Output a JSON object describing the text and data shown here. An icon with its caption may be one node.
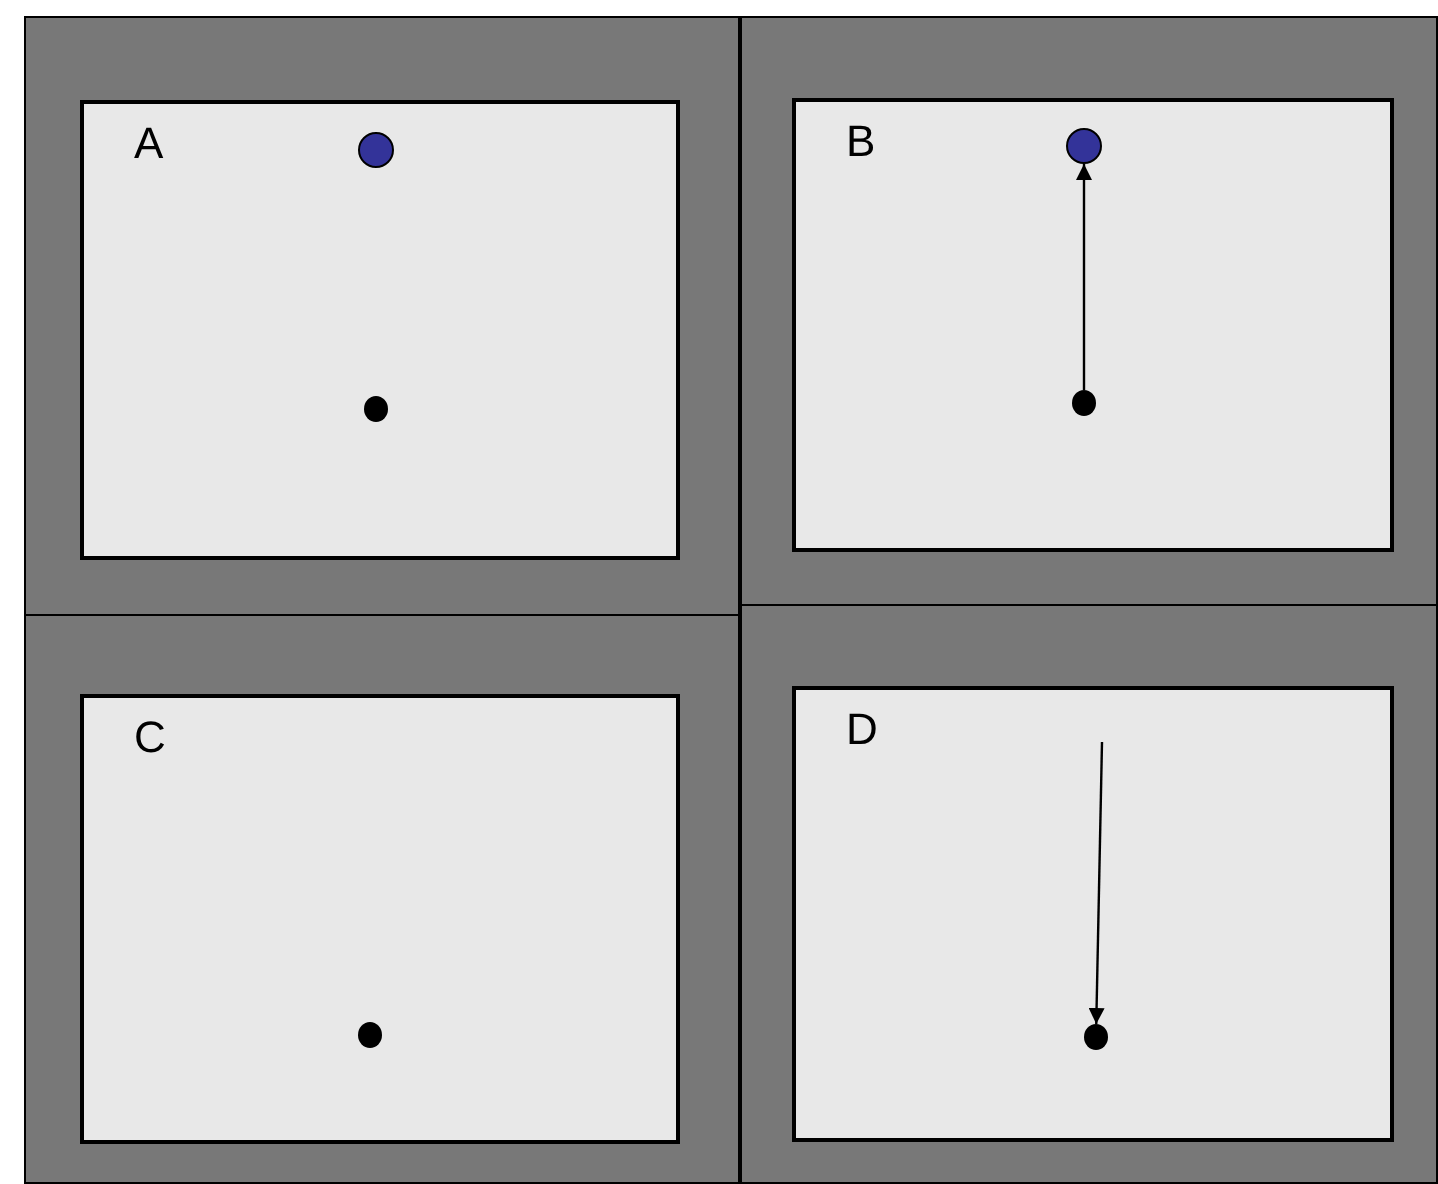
{
  "diagram": {
    "nodes": [
      {
        "text": [
          "A"
        ]
      },
      {
        "text": [],
        "shape": "circle",
        "in": 0
      },
      {
        "text": [],
        "shape": "circle",
        "in": 0
      },
      {
        "text": [
          "B"
        ]
      },
      {
        "text": [],
        "shape": "circle",
        "in": 3
      },
      {
        "text": [],
        "shape": "circle",
        "in": 3
      },
      {
        "text": [
          "C"
        ]
      },
      {
        "text": [],
        "shape": "circle",
        "in": 6
      },
      {
        "text": [
          "D"
        ]
      },
      {
        "text": [],
        "shape": "circle",
        "in": 8
      }
    ],
    "edges": [
      {
        "from": 5,
        "to": 4,
        "arrow": "to"
      },
      {
        "from": null,
        "to": 9,
        "arrow": "to"
      }
    ]
  }
}
